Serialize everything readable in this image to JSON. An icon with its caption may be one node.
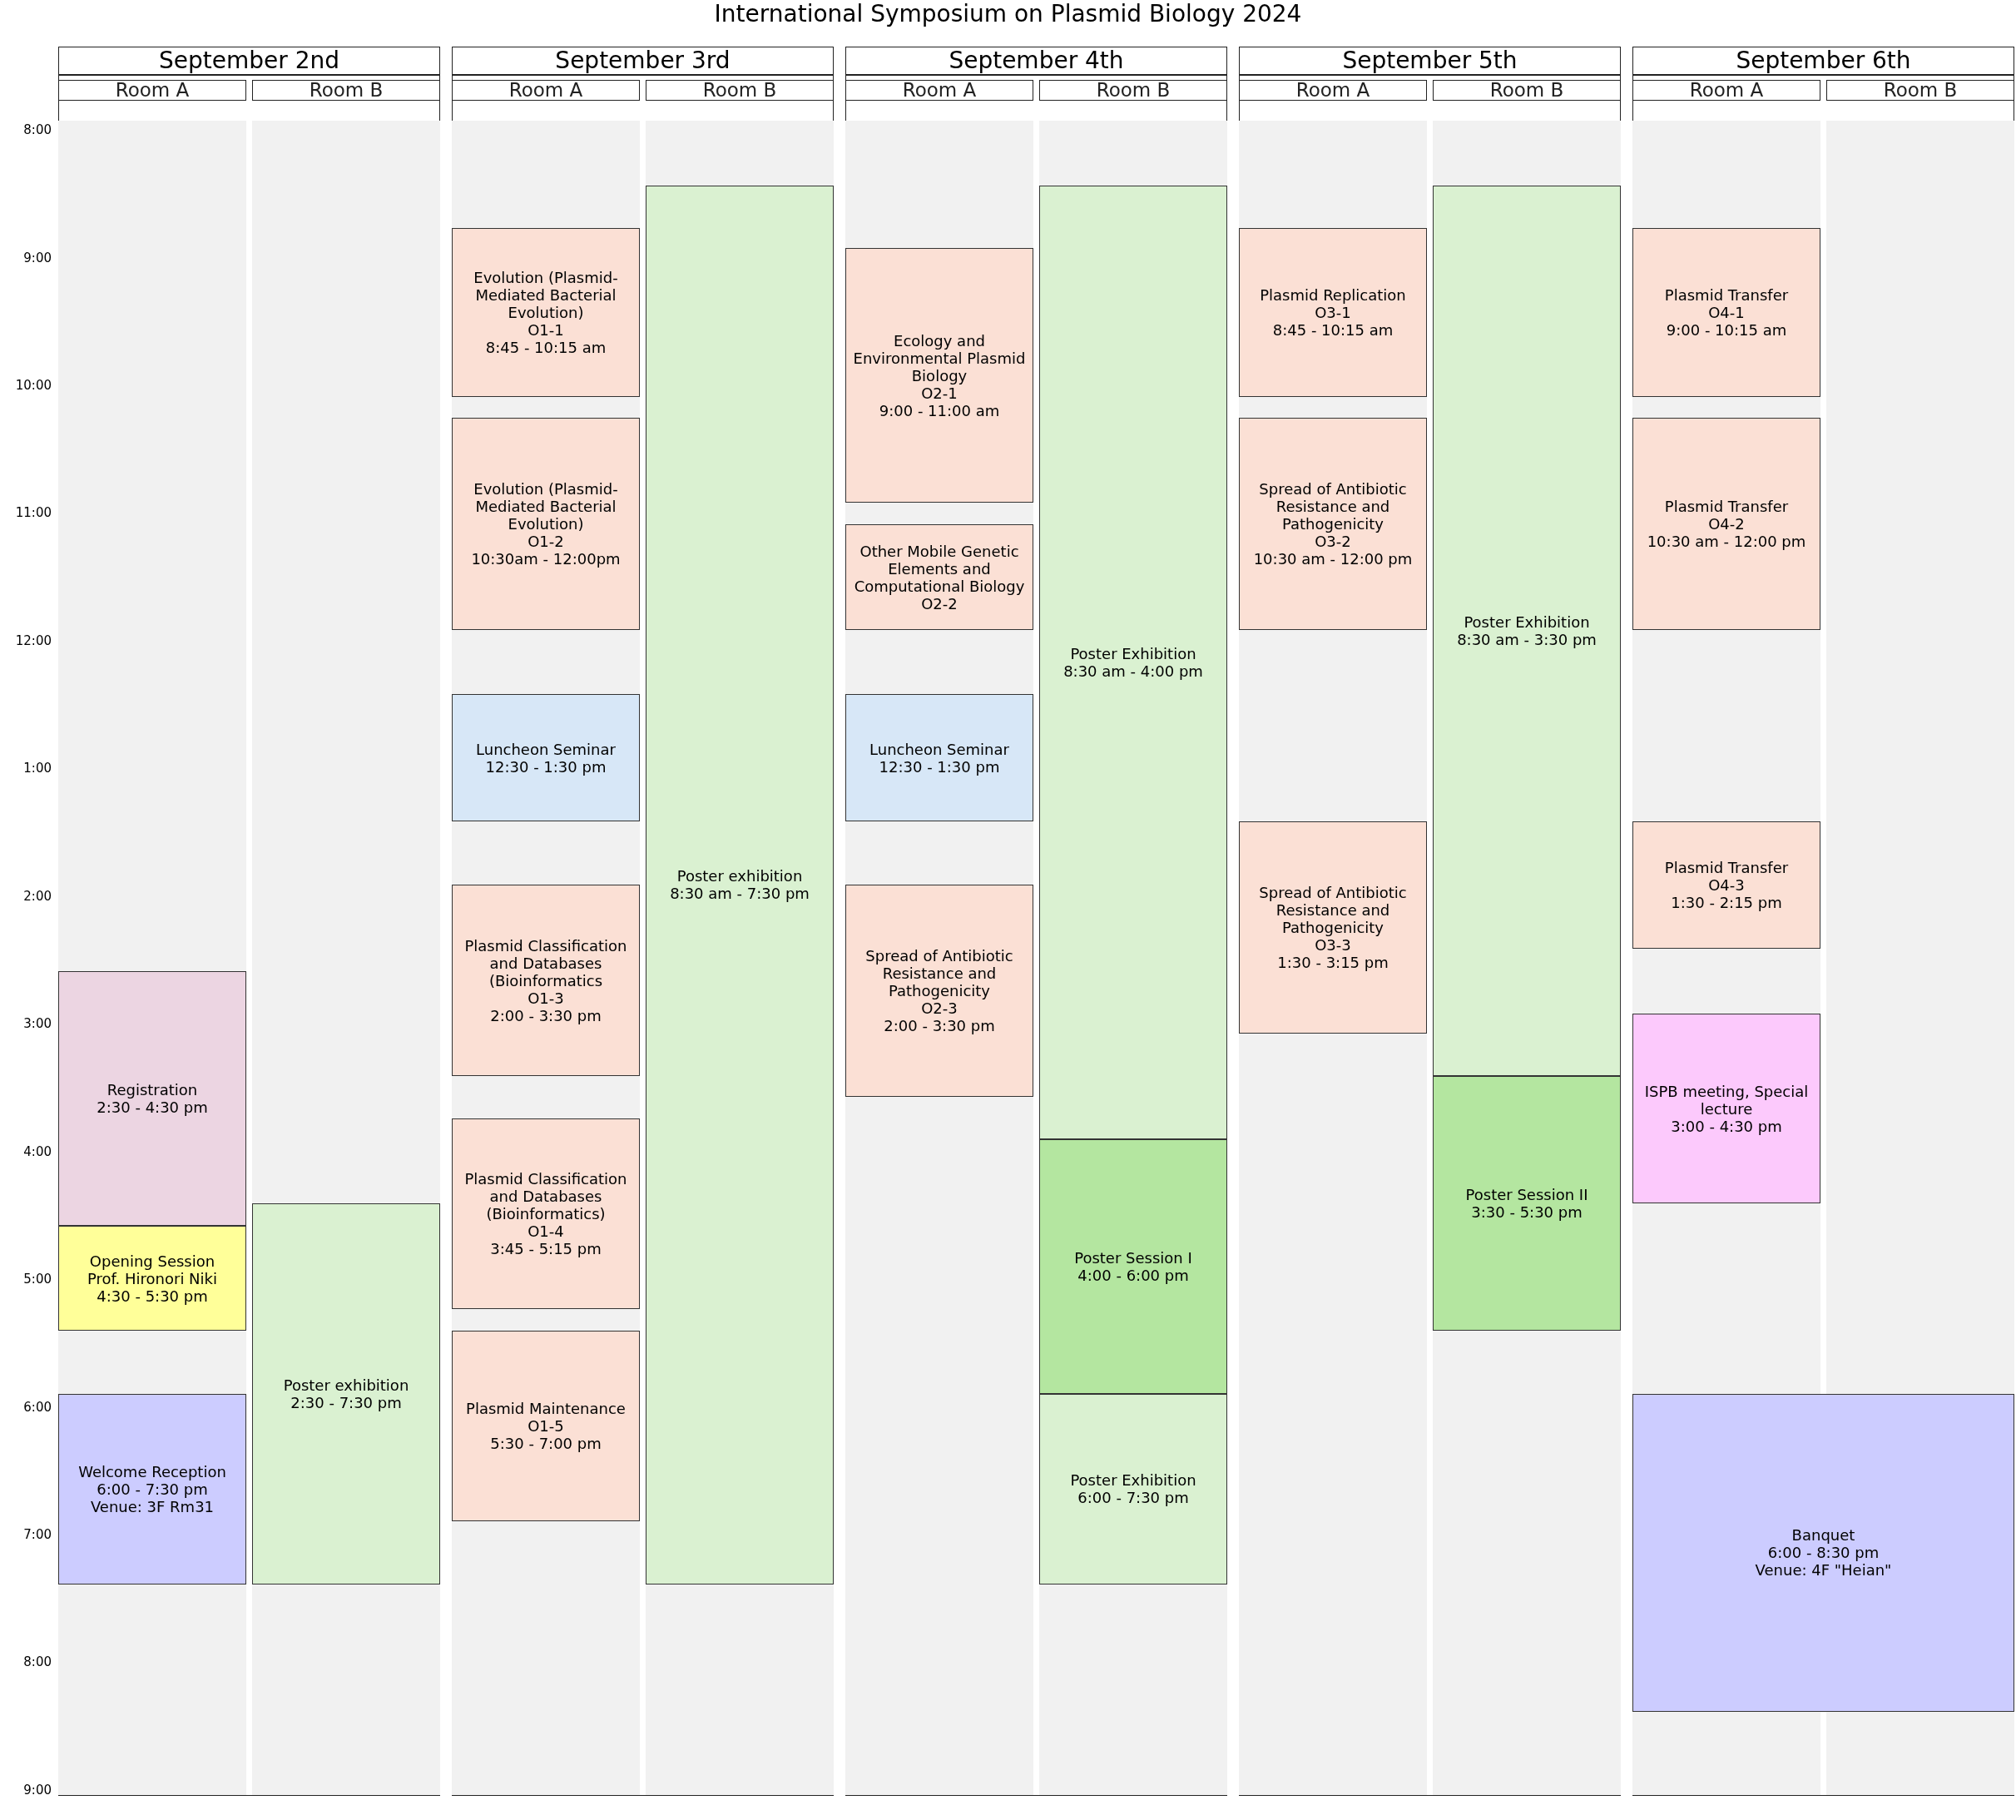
{
  "diagram": {
    "title": "International Symposium on Plasmid Biology 2024",
    "nodes": [
      {
        "text": [
          "September 2nd"
        ]
      },
      {
        "text": [
          "Room A"
        ],
        "in": 0
      },
      {
        "text": [
          "Room B"
        ],
        "in": 0
      },
      {
        "text": [
          "Registration",
          "2:30 - 4:30 pm"
        ],
        "in": 0
      },
      {
        "text": [
          "Opening Session",
          "Prof. Hironori Niki",
          "4:30 - 5:30 pm"
        ],
        "in": 0
      },
      {
        "text": [
          "Welcome Reception",
          "6:00 - 7:30 pm",
          "Venue: 3F Rm31"
        ],
        "in": 0
      },
      {
        "text": [
          "Poster exhibition",
          "2:30 - 7:30 pm"
        ],
        "in": 0
      },
      {
        "text": [
          "September 3rd"
        ]
      },
      {
        "text": [
          "Room A"
        ],
        "in": 7
      },
      {
        "text": [
          "Room B"
        ],
        "in": 7
      },
      {
        "text": [
          "Evolution (Plasmid-Mediated Bacterial Evolution)",
          "O1-1",
          "8:45 - 10:15 am"
        ],
        "in": 7
      },
      {
        "text": [
          "Evolution (Plasmid-Mediated Bacterial Evolution)",
          "O1-2",
          "10:30am - 12:00pm"
        ],
        "in": 7
      },
      {
        "text": [
          "Luncheon Seminar",
          "12:30 - 1:30 pm"
        ],
        "in": 7
      },
      {
        "text": [
          "Plasmid Classification and Databases (Bioinformatics",
          "O1-3",
          "2:00 - 3:30 pm"
        ],
        "in": 7
      },
      {
        "text": [
          "Plasmid Classification and Databases (Bioinformatics)",
          "O1-4",
          "3:45 - 5:15 pm"
        ],
        "in": 7
      },
      {
        "text": [
          "Plasmid Maintenance",
          "O1-5",
          "5:30 - 7:00 pm"
        ],
        "in": 7
      },
      {
        "text": [
          "Poster exhibition",
          "8:30 am - 7:30 pm"
        ],
        "in": 7
      },
      {
        "text": [
          "September 4th"
        ]
      },
      {
        "text": [
          "Room A"
        ],
        "in": 17
      },
      {
        "text": [
          "Room B"
        ],
        "in": 17
      },
      {
        "text": [
          "Ecology and Environmental Plasmid Biology",
          "O2-1",
          "9:00 - 11:00 am"
        ],
        "in": 17
      },
      {
        "text": [
          "Other Mobile Genetic Elements and Computational Biology",
          "O2-2"
        ],
        "in": 17
      },
      {
        "text": [
          "Luncheon Seminar",
          "12:30 - 1:30 pm"
        ],
        "in": 17
      },
      {
        "text": [
          "Spread of Antibiotic Resistance and Pathogenicity",
          "O2-3",
          "2:00 - 3:30 pm"
        ],
        "in": 17
      },
      {
        "text": [
          "Poster Exhibition",
          "8:30 am - 4:00 pm"
        ],
        "in": 17
      },
      {
        "text": [
          "Poster Session I",
          "4:00 - 6:00 pm"
        ],
        "in": 17
      },
      {
        "text": [
          "Poster Exhibition",
          "6:00 - 7:30 pm"
        ],
        "in": 17
      },
      {
        "text": [
          "September 5th"
        ]
      },
      {
        "text": [
          "Room A"
        ],
        "in": 27
      },
      {
        "text": [
          "Room B"
        ],
        "in": 27
      },
      {
        "text": [
          "Plasmid Replication",
          "O3-1",
          "8:45 - 10:15 am"
        ],
        "in": 27
      },
      {
        "text": [
          "Spread of Antibiotic Resistance and Pathogenicity",
          "O3-2",
          "10:30 am - 12:00 pm"
        ],
        "in": 27
      },
      {
        "text": [
          "Spread of Antibiotic Resistance and Pathogenicity",
          "O3-3",
          "1:30 - 3:15 pm"
        ],
        "in": 27
      },
      {
        "text": [
          "Poster Exhibition",
          "8:30 am - 3:30 pm"
        ],
        "in": 27
      },
      {
        "text": [
          "Poster Session II",
          "3:30 - 5:30 pm"
        ],
        "in": 27
      },
      {
        "text": [
          "September 6th"
        ]
      },
      {
        "text": [
          "Room A"
        ],
        "in": 35
      },
      {
        "text": [
          "Room B"
        ],
        "in": 35
      },
      {
        "text": [
          "Plasmid Transfer",
          "O4-1",
          "9:00 - 10:15 am"
        ],
        "in": 35
      },
      {
        "text": [
          "Plasmid Transfer",
          "O4-2",
          "10:30 am - 12:00 pm"
        ],
        "in": 35
      },
      {
        "text": [
          "Plasmid Transfer",
          "O4-3",
          "1:30 - 2:15 pm"
        ],
        "in": 35
      },
      {
        "text": [
          "ISPB meeting, Special lecture",
          "3:00 - 4:30 pm"
        ],
        "in": 35
      },
      {
        "text": [
          "Banquet",
          "6:00 - 8:30 pm",
          "Venue: 4F \"Heian\""
        ],
        "in": 35
      }
    ],
    "labels": [
      "8:00",
      "9:00",
      "10:00",
      "11:00",
      "12:00",
      "1:00",
      "2:00",
      "3:00",
      "4:00",
      "5:00",
      "6:00",
      "7:00",
      "8:00",
      "9:00"
    ]
  }
}
